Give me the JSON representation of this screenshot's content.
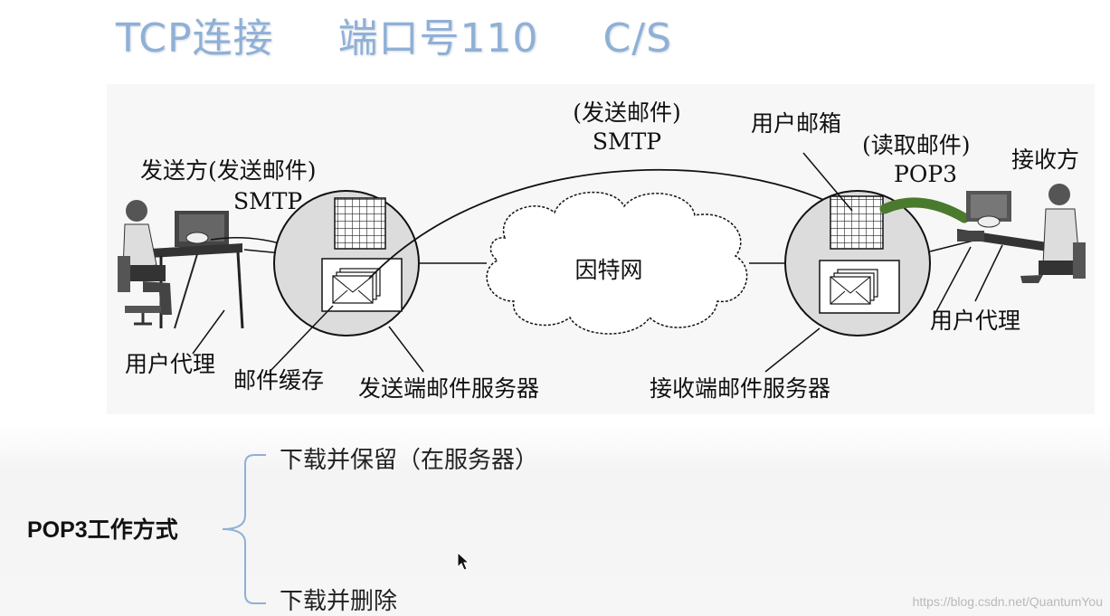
{
  "title": {
    "part1": "TCP连接",
    "part2": "端口号110",
    "part3": "C/S"
  },
  "diagram": {
    "sender_label_line1": "发送方(发送邮件)",
    "sender_label_line2": "SMTP",
    "top_label_line1": "(发送邮件)",
    "top_label_line2": "SMTP",
    "mailbox_label": "用户邮箱",
    "read_label_line1": "(读取邮件)",
    "read_label_line2": "POP3",
    "receiver_label": "接收方",
    "internet_label": "因特网",
    "user_agent_left": "用户代理",
    "mail_buffer": "邮件缓存",
    "sender_server": "发送端邮件服务器",
    "receiver_server": "接收端邮件服务器",
    "user_agent_right": "用户代理"
  },
  "pop3_modes": {
    "heading": "POP3工作方式",
    "mode_keep": "下载并保留（在服务器）",
    "mode_delete": "下载并删除"
  },
  "colors": {
    "title": "#8fb0d6",
    "pop3_arrow": "#4a7a2c",
    "bracket": "#8fb0d6"
  },
  "watermark": "https://blog.csdn.net/QuantumYou"
}
